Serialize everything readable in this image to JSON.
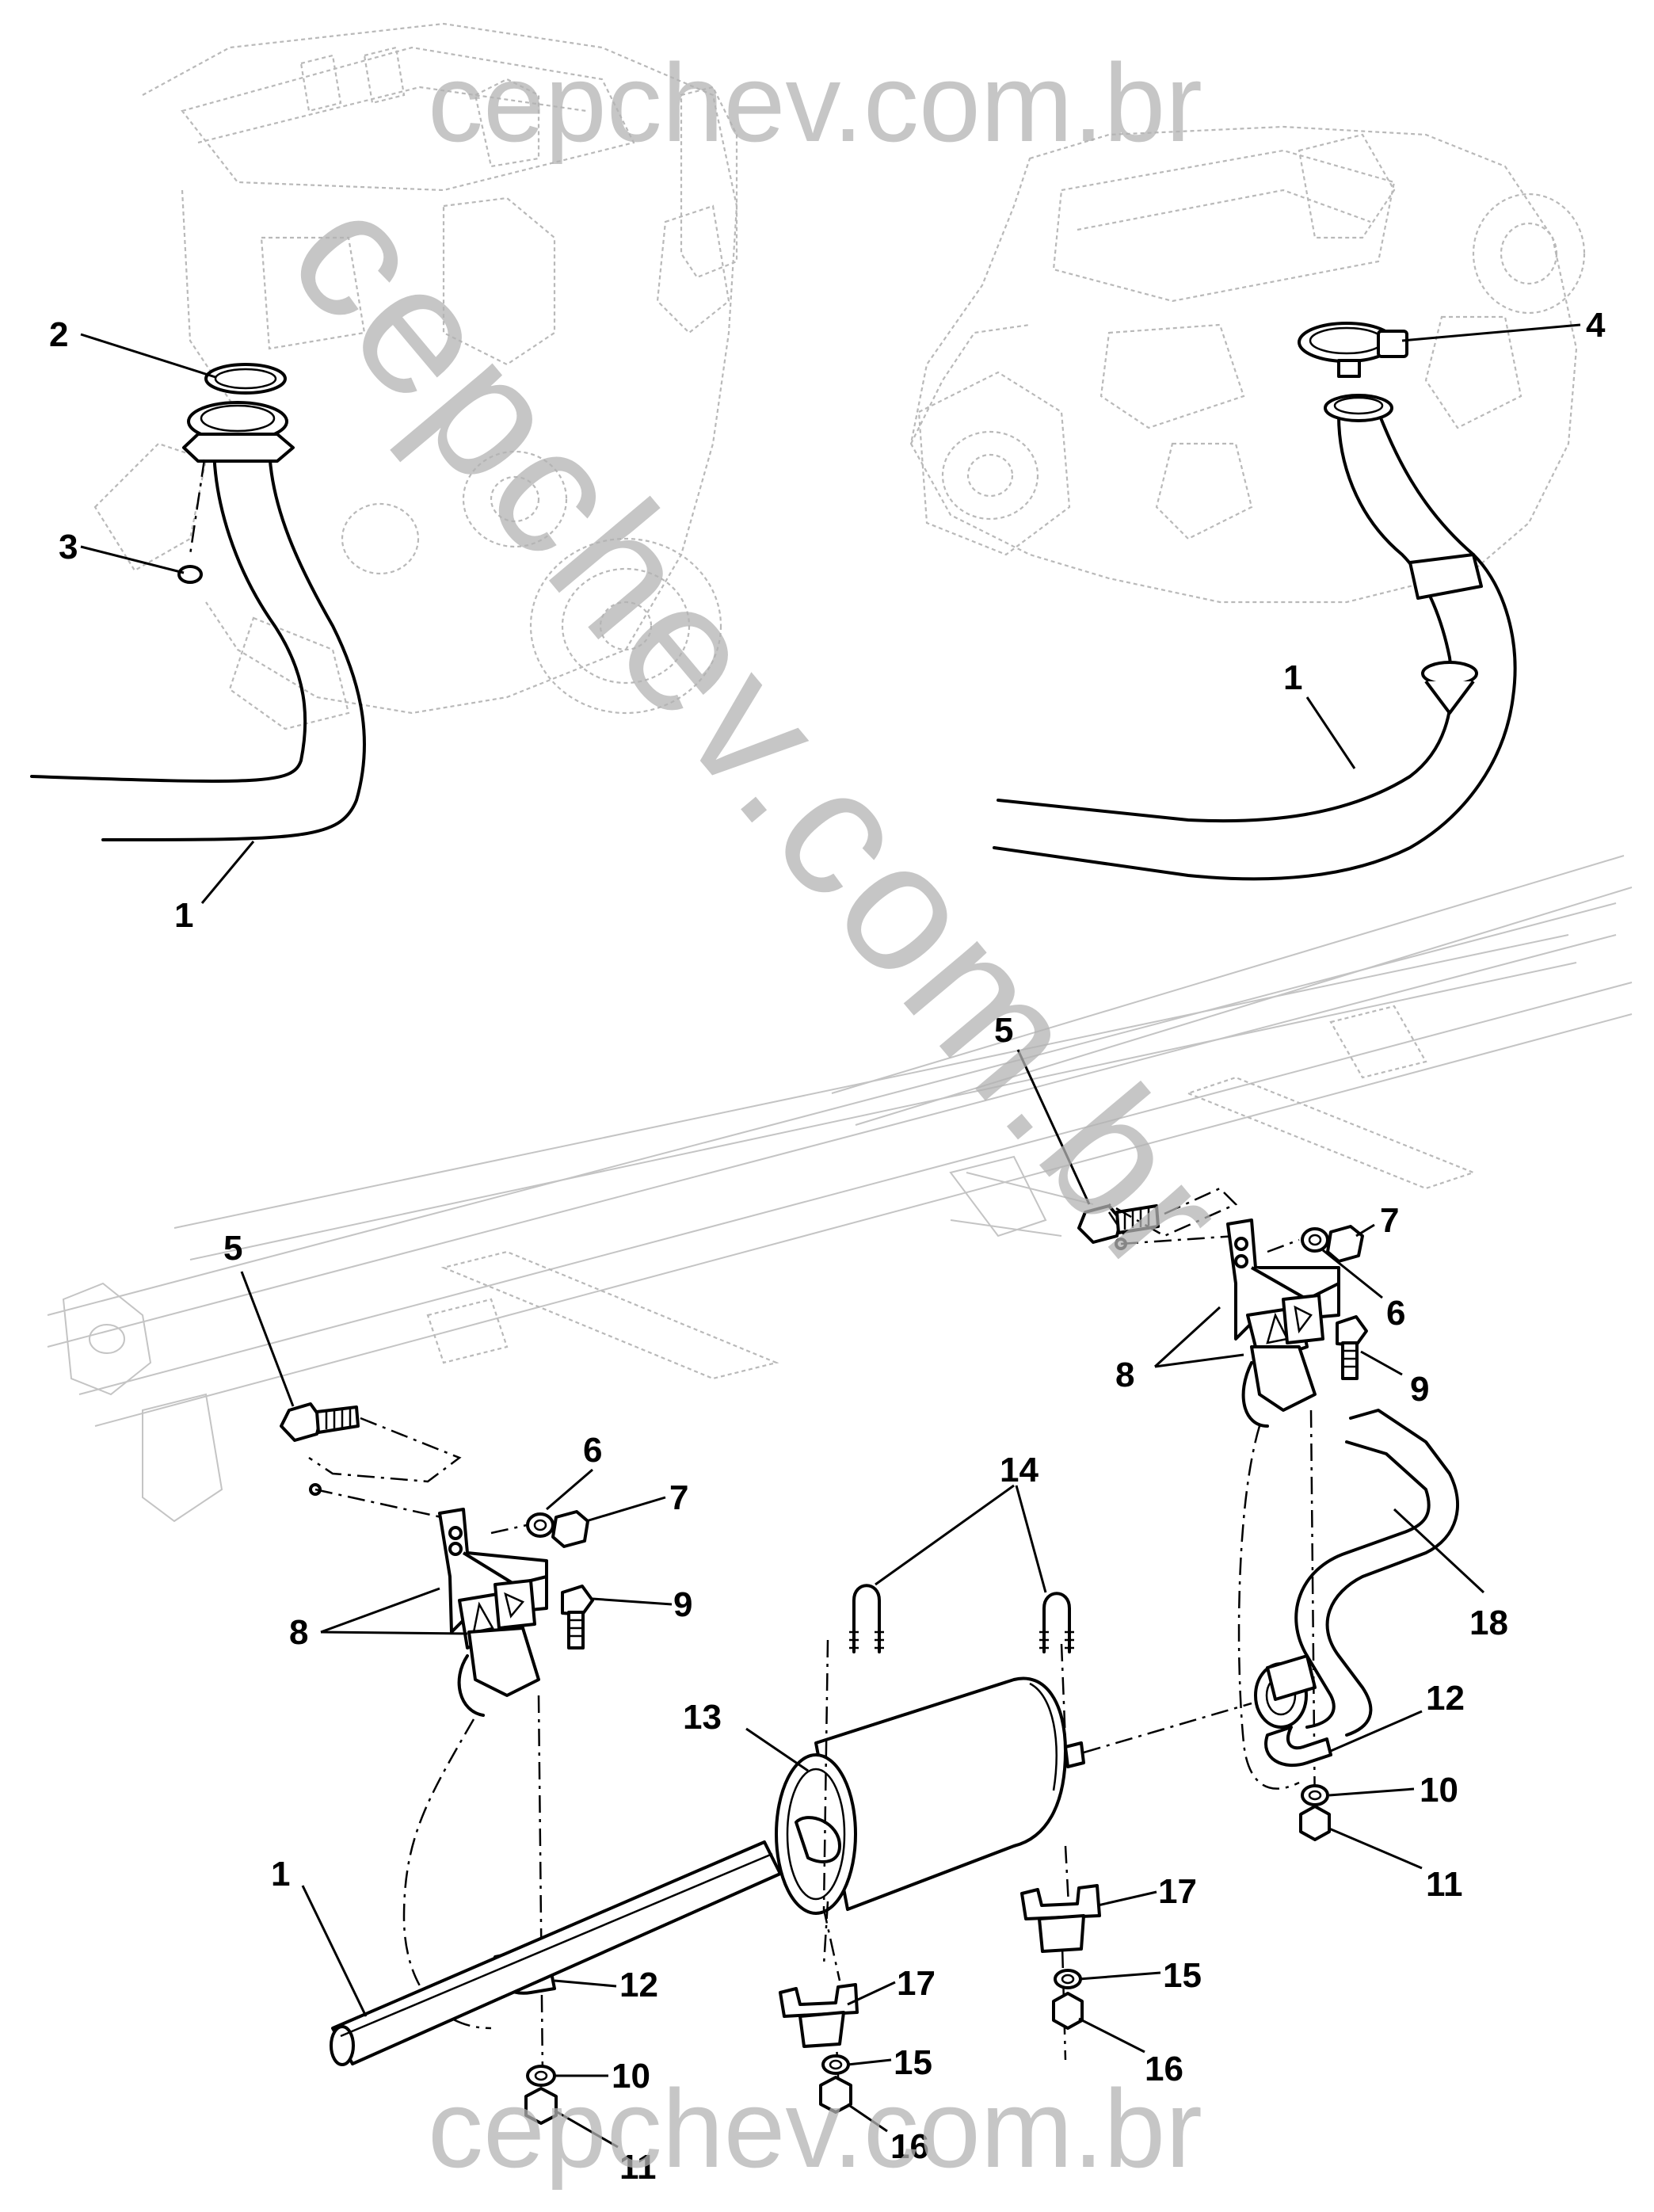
{
  "watermarks": {
    "top": "cepchev.com.br",
    "bottom": "cepchev.com.br",
    "diagonal": "cepchev.com.br"
  },
  "callouts": {
    "tl_1": "1",
    "tl_2": "2",
    "tl_3": "3",
    "tr_4": "4",
    "tr_1": "1",
    "r_5": "5",
    "r_7": "7",
    "r_6": "6",
    "r_8": "8",
    "r_9": "9",
    "r_18": "18",
    "r_12": "12",
    "r_10": "10",
    "r_11": "11",
    "l_5": "5",
    "l_6": "6",
    "l_7": "7",
    "l_8": "8",
    "l_9": "9",
    "l_1": "1",
    "l_12": "12",
    "l_10": "10",
    "l_11": "11",
    "m_14": "14",
    "m_13": "13",
    "m_17a": "17",
    "m_15a": "15",
    "m_16a": "16",
    "m_17b": "17",
    "m_15b": "15",
    "m_16b": "16"
  }
}
